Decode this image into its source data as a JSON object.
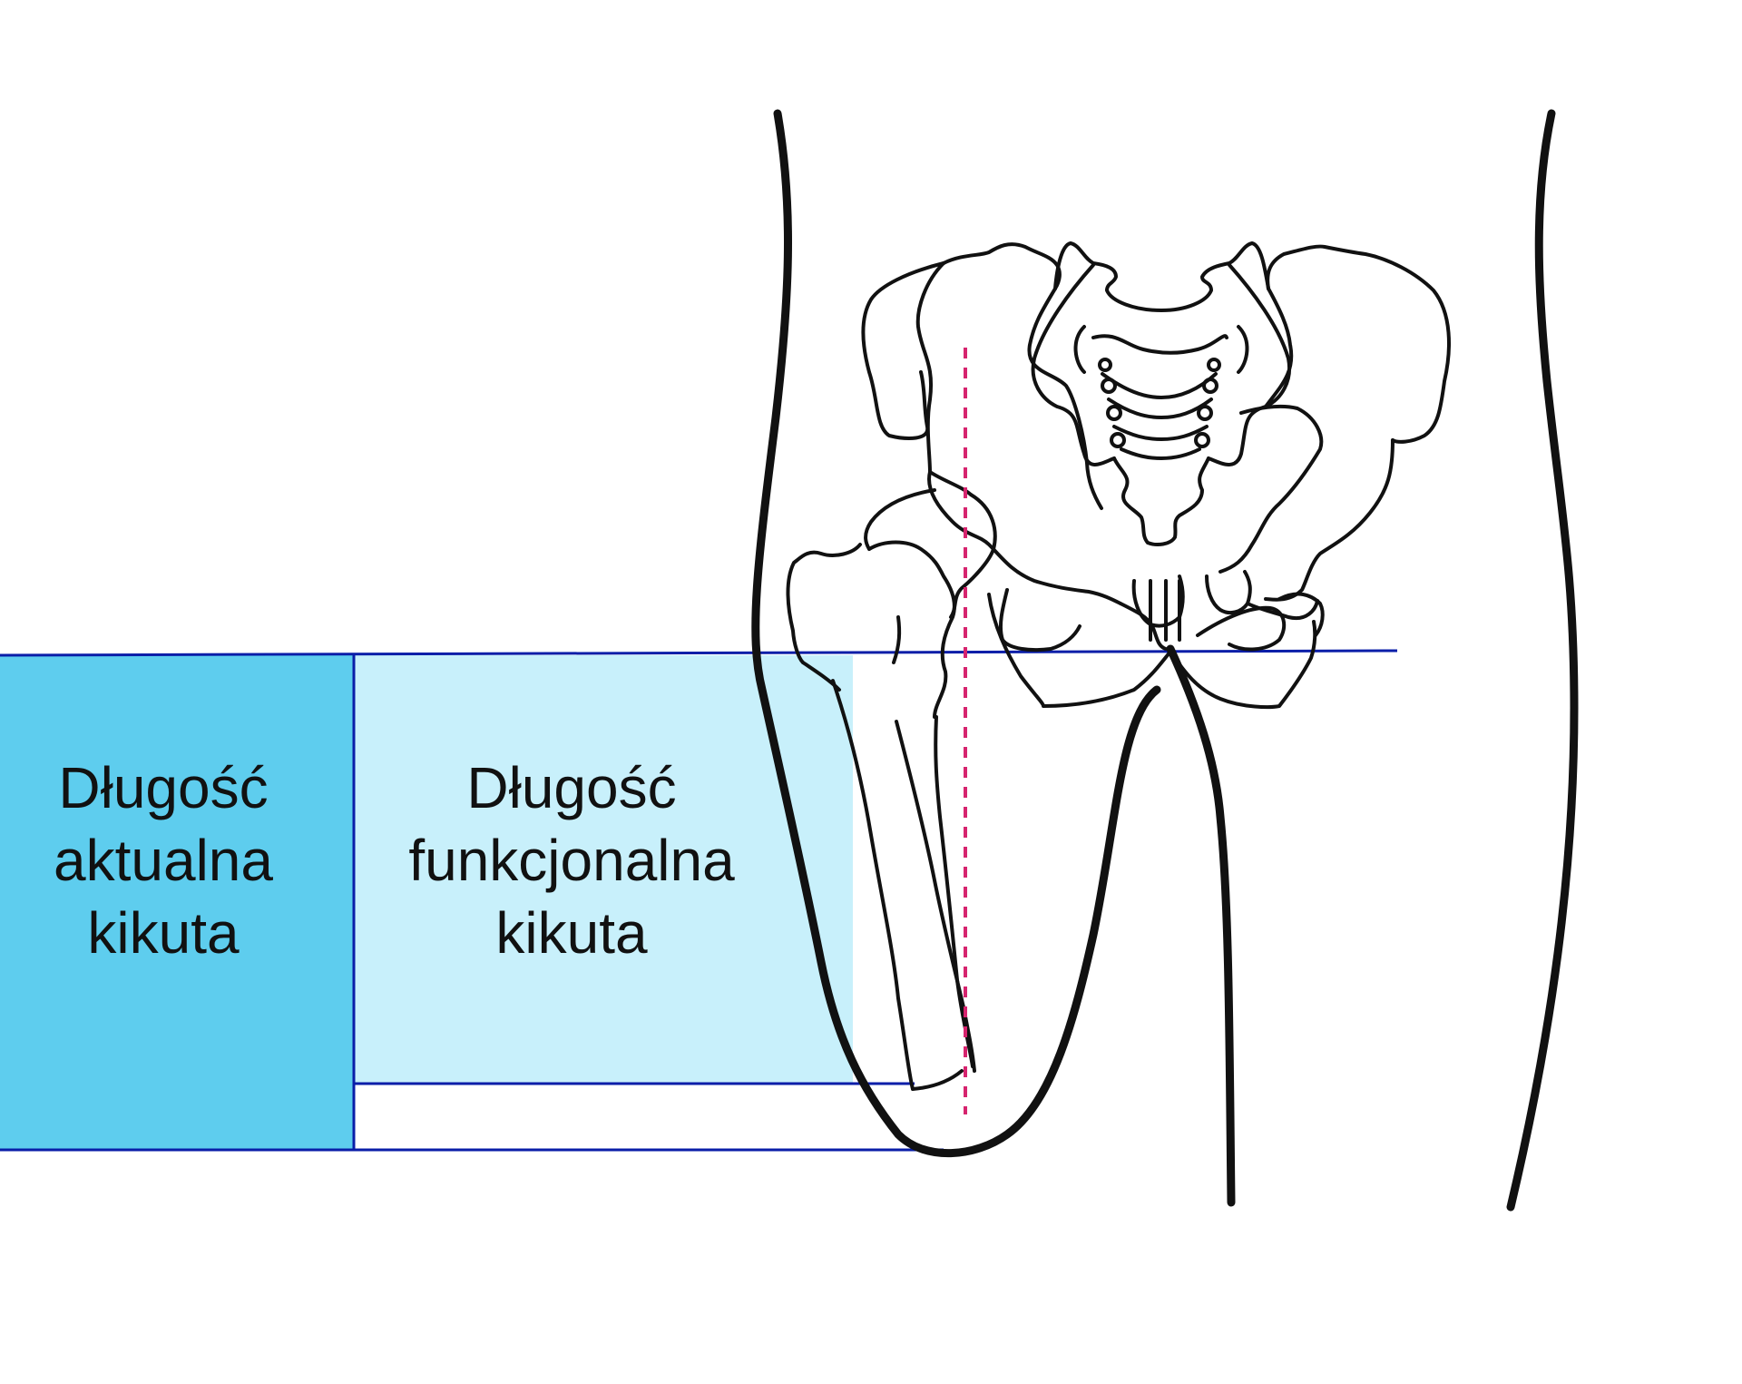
{
  "labels": {
    "actual": [
      "Długość",
      "aktualna",
      "kikuta"
    ],
    "functional": [
      "Długość",
      "funkcjonalna",
      "kikuta"
    ]
  },
  "colors": {
    "actual_fill": "#5ecdee",
    "functional_fill": "#c8f0fb",
    "measure_line": "#0a1ea8",
    "axis_line": "#d6246e",
    "outline": "#111111"
  }
}
